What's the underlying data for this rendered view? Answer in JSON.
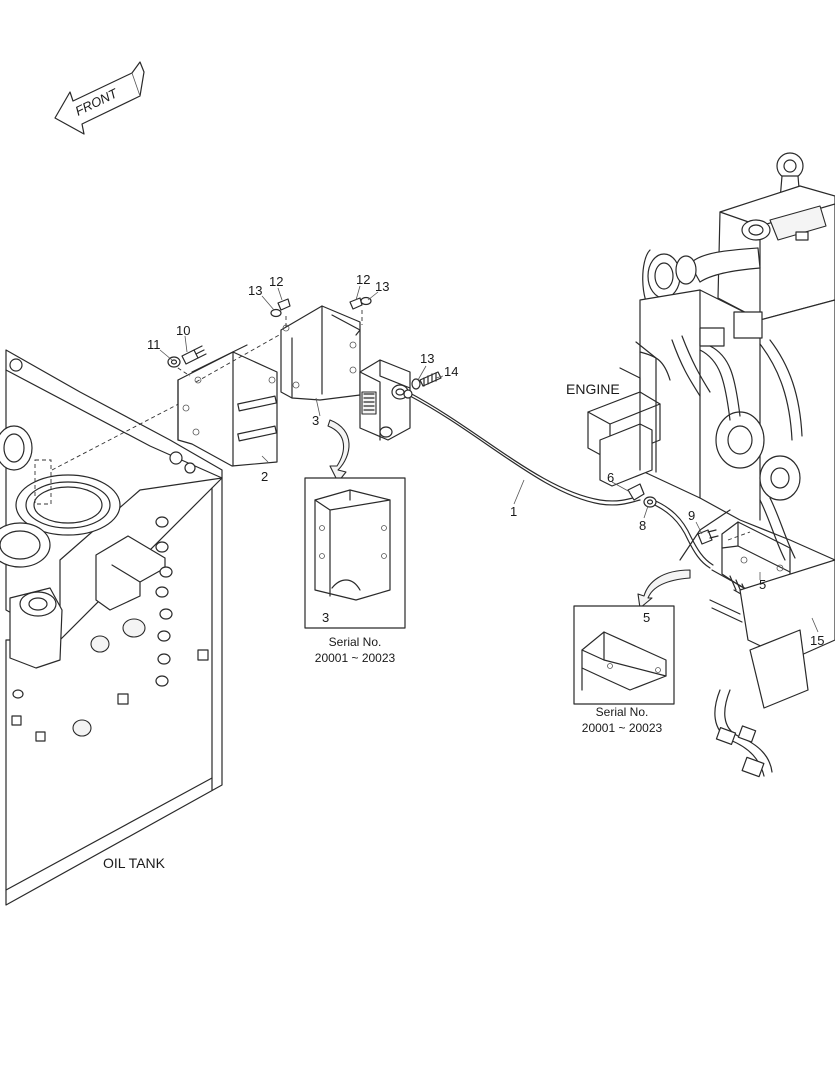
{
  "orientation": {
    "arrow_label": "FRONT",
    "arrow_icon": "front-direction-arrow-icon"
  },
  "region_labels": {
    "engine": "ENGINE",
    "oil_tank": "OIL TANK"
  },
  "part_numbers": {
    "p1": "1",
    "p2": "2",
    "p3": "3",
    "p5": "5",
    "p6": "6",
    "p8": "8",
    "p9": "9",
    "p10": "10",
    "p11": "11",
    "p12a": "12",
    "p12b": "12",
    "p13a": "13",
    "p13b": "13",
    "p13c": "13",
    "p14": "14",
    "p15": "15"
  },
  "detail_boxes": [
    {
      "part": "3",
      "caption_line1": "Serial No.",
      "caption_line2": "20001 ~ 20023"
    },
    {
      "part": "5",
      "caption_line1": "Serial No.",
      "caption_line2": "20001 ~ 20023"
    }
  ]
}
